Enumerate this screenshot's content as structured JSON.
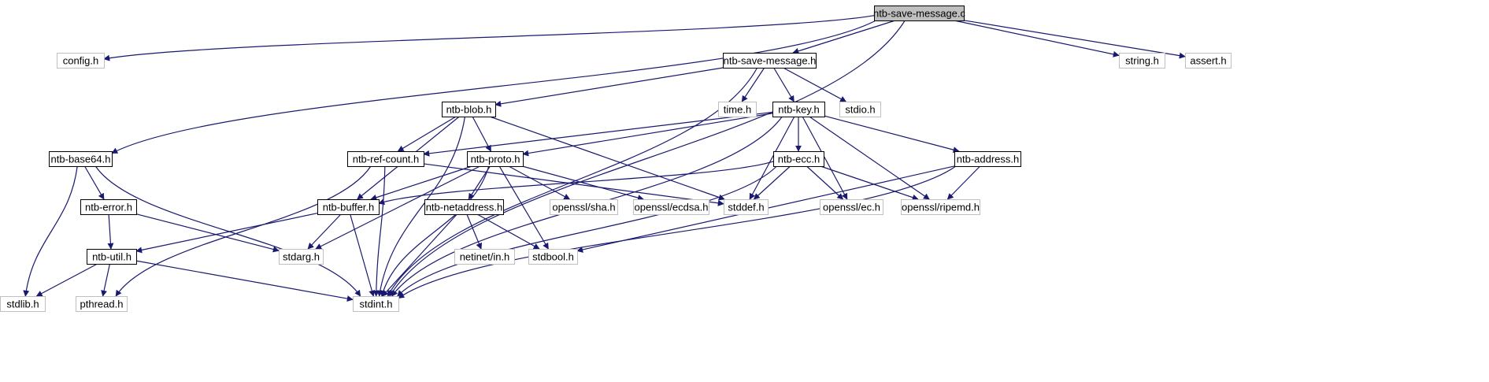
{
  "colors": {
    "edge": "#191970",
    "root_fill": "#bfbfbf",
    "local_border": "#000000",
    "system_border": "#bfbfbf",
    "background": "#ffffff"
  },
  "nodes": [
    {
      "id": "ntb-save-message-c",
      "label": "ntb-save-message.c",
      "kind": "root"
    },
    {
      "id": "config-h",
      "label": "config.h",
      "kind": "system"
    },
    {
      "id": "ntb-save-message-h",
      "label": "ntb-save-message.h",
      "kind": "local"
    },
    {
      "id": "string-h",
      "label": "string.h",
      "kind": "system"
    },
    {
      "id": "assert-h",
      "label": "assert.h",
      "kind": "system"
    },
    {
      "id": "ntb-blob-h",
      "label": "ntb-blob.h",
      "kind": "local"
    },
    {
      "id": "time-h",
      "label": "time.h",
      "kind": "system"
    },
    {
      "id": "ntb-key-h",
      "label": "ntb-key.h",
      "kind": "local"
    },
    {
      "id": "stdio-h",
      "label": "stdio.h",
      "kind": "system"
    },
    {
      "id": "ntb-base64-h",
      "label": "ntb-base64.h",
      "kind": "local"
    },
    {
      "id": "ntb-ref-count-h",
      "label": "ntb-ref-count.h",
      "kind": "local"
    },
    {
      "id": "ntb-proto-h",
      "label": "ntb-proto.h",
      "kind": "local"
    },
    {
      "id": "ntb-ecc-h",
      "label": "ntb-ecc.h",
      "kind": "local"
    },
    {
      "id": "ntb-address-h",
      "label": "ntb-address.h",
      "kind": "local"
    },
    {
      "id": "ntb-error-h",
      "label": "ntb-error.h",
      "kind": "local"
    },
    {
      "id": "ntb-buffer-h",
      "label": "ntb-buffer.h",
      "kind": "local"
    },
    {
      "id": "ntb-netaddress-h",
      "label": "ntb-netaddress.h",
      "kind": "local"
    },
    {
      "id": "openssl-sha-h",
      "label": "openssl/sha.h",
      "kind": "system"
    },
    {
      "id": "openssl-ecdsa-h",
      "label": "openssl/ecdsa.h",
      "kind": "system"
    },
    {
      "id": "stddef-h",
      "label": "stddef.h",
      "kind": "system"
    },
    {
      "id": "openssl-ec-h",
      "label": "openssl/ec.h",
      "kind": "system"
    },
    {
      "id": "openssl-ripemd-h",
      "label": "openssl/ripemd.h",
      "kind": "system"
    },
    {
      "id": "ntb-util-h",
      "label": "ntb-util.h",
      "kind": "local"
    },
    {
      "id": "stdarg-h",
      "label": "stdarg.h",
      "kind": "system"
    },
    {
      "id": "netinet-in-h",
      "label": "netinet/in.h",
      "kind": "system"
    },
    {
      "id": "stdbool-h",
      "label": "stdbool.h",
      "kind": "system"
    },
    {
      "id": "stdlib-h",
      "label": "stdlib.h",
      "kind": "system"
    },
    {
      "id": "pthread-h",
      "label": "pthread.h",
      "kind": "system"
    },
    {
      "id": "stdint-h",
      "label": "stdint.h",
      "kind": "system"
    }
  ],
  "edges": [
    [
      "ntb-save-message-c",
      "config-h"
    ],
    [
      "ntb-save-message-c",
      "ntb-save-message-h"
    ],
    [
      "ntb-save-message-c",
      "ntb-base64-h"
    ],
    [
      "ntb-save-message-c",
      "string-h"
    ],
    [
      "ntb-save-message-c",
      "assert-h"
    ],
    [
      "ntb-save-message-c",
      "stdint-h"
    ],
    [
      "ntb-save-message-h",
      "ntb-blob-h"
    ],
    [
      "ntb-save-message-h",
      "time-h"
    ],
    [
      "ntb-save-message-h",
      "ntb-key-h"
    ],
    [
      "ntb-save-message-h",
      "stdio-h"
    ],
    [
      "ntb-save-message-h",
      "stdint-h"
    ],
    [
      "ntb-blob-h",
      "ntb-ref-count-h"
    ],
    [
      "ntb-blob-h",
      "ntb-proto-h"
    ],
    [
      "ntb-blob-h",
      "ntb-buffer-h"
    ],
    [
      "ntb-blob-h",
      "stddef-h"
    ],
    [
      "ntb-blob-h",
      "stdint-h"
    ],
    [
      "ntb-key-h",
      "ntb-ref-count-h"
    ],
    [
      "ntb-key-h",
      "ntb-proto-h"
    ],
    [
      "ntb-key-h",
      "ntb-ecc-h"
    ],
    [
      "ntb-key-h",
      "ntb-address-h"
    ],
    [
      "ntb-key-h",
      "stddef-h"
    ],
    [
      "ntb-key-h",
      "openssl-ec-h"
    ],
    [
      "ntb-key-h",
      "openssl-ripemd-h"
    ],
    [
      "ntb-key-h",
      "stdint-h"
    ],
    [
      "ntb-base64-h",
      "ntb-error-h"
    ],
    [
      "ntb-base64-h",
      "stdlib-h"
    ],
    [
      "ntb-base64-h",
      "stdint-h"
    ],
    [
      "ntb-ref-count-h",
      "pthread-h"
    ],
    [
      "ntb-ref-count-h",
      "stddef-h"
    ],
    [
      "ntb-ref-count-h",
      "stdint-h"
    ],
    [
      "ntb-proto-h",
      "ntb-buffer-h"
    ],
    [
      "ntb-proto-h",
      "ntb-netaddress-h"
    ],
    [
      "ntb-proto-h",
      "openssl-sha-h"
    ],
    [
      "ntb-proto-h",
      "openssl-ecdsa-h"
    ],
    [
      "ntb-proto-h",
      "stdarg-h"
    ],
    [
      "ntb-proto-h",
      "stdbool-h"
    ],
    [
      "ntb-proto-h",
      "stdint-h"
    ],
    [
      "ntb-ecc-h",
      "ntb-buffer-h"
    ],
    [
      "ntb-ecc-h",
      "stddef-h"
    ],
    [
      "ntb-ecc-h",
      "openssl-ec-h"
    ],
    [
      "ntb-ecc-h",
      "openssl-ripemd-h"
    ],
    [
      "ntb-ecc-h",
      "stdint-h"
    ],
    [
      "ntb-address-h",
      "openssl-ripemd-h"
    ],
    [
      "ntb-address-h",
      "stdbool-h"
    ],
    [
      "ntb-address-h",
      "stdint-h"
    ],
    [
      "ntb-error-h",
      "ntb-util-h"
    ],
    [
      "ntb-error-h",
      "stdarg-h"
    ],
    [
      "ntb-buffer-h",
      "ntb-util-h"
    ],
    [
      "ntb-buffer-h",
      "stdarg-h"
    ],
    [
      "ntb-buffer-h",
      "stdint-h"
    ],
    [
      "ntb-netaddress-h",
      "netinet-in-h"
    ],
    [
      "ntb-netaddress-h",
      "stdbool-h"
    ],
    [
      "ntb-netaddress-h",
      "stdint-h"
    ],
    [
      "ntb-util-h",
      "stdlib-h"
    ],
    [
      "ntb-util-h",
      "pthread-h"
    ],
    [
      "ntb-util-h",
      "stdint-h"
    ]
  ]
}
